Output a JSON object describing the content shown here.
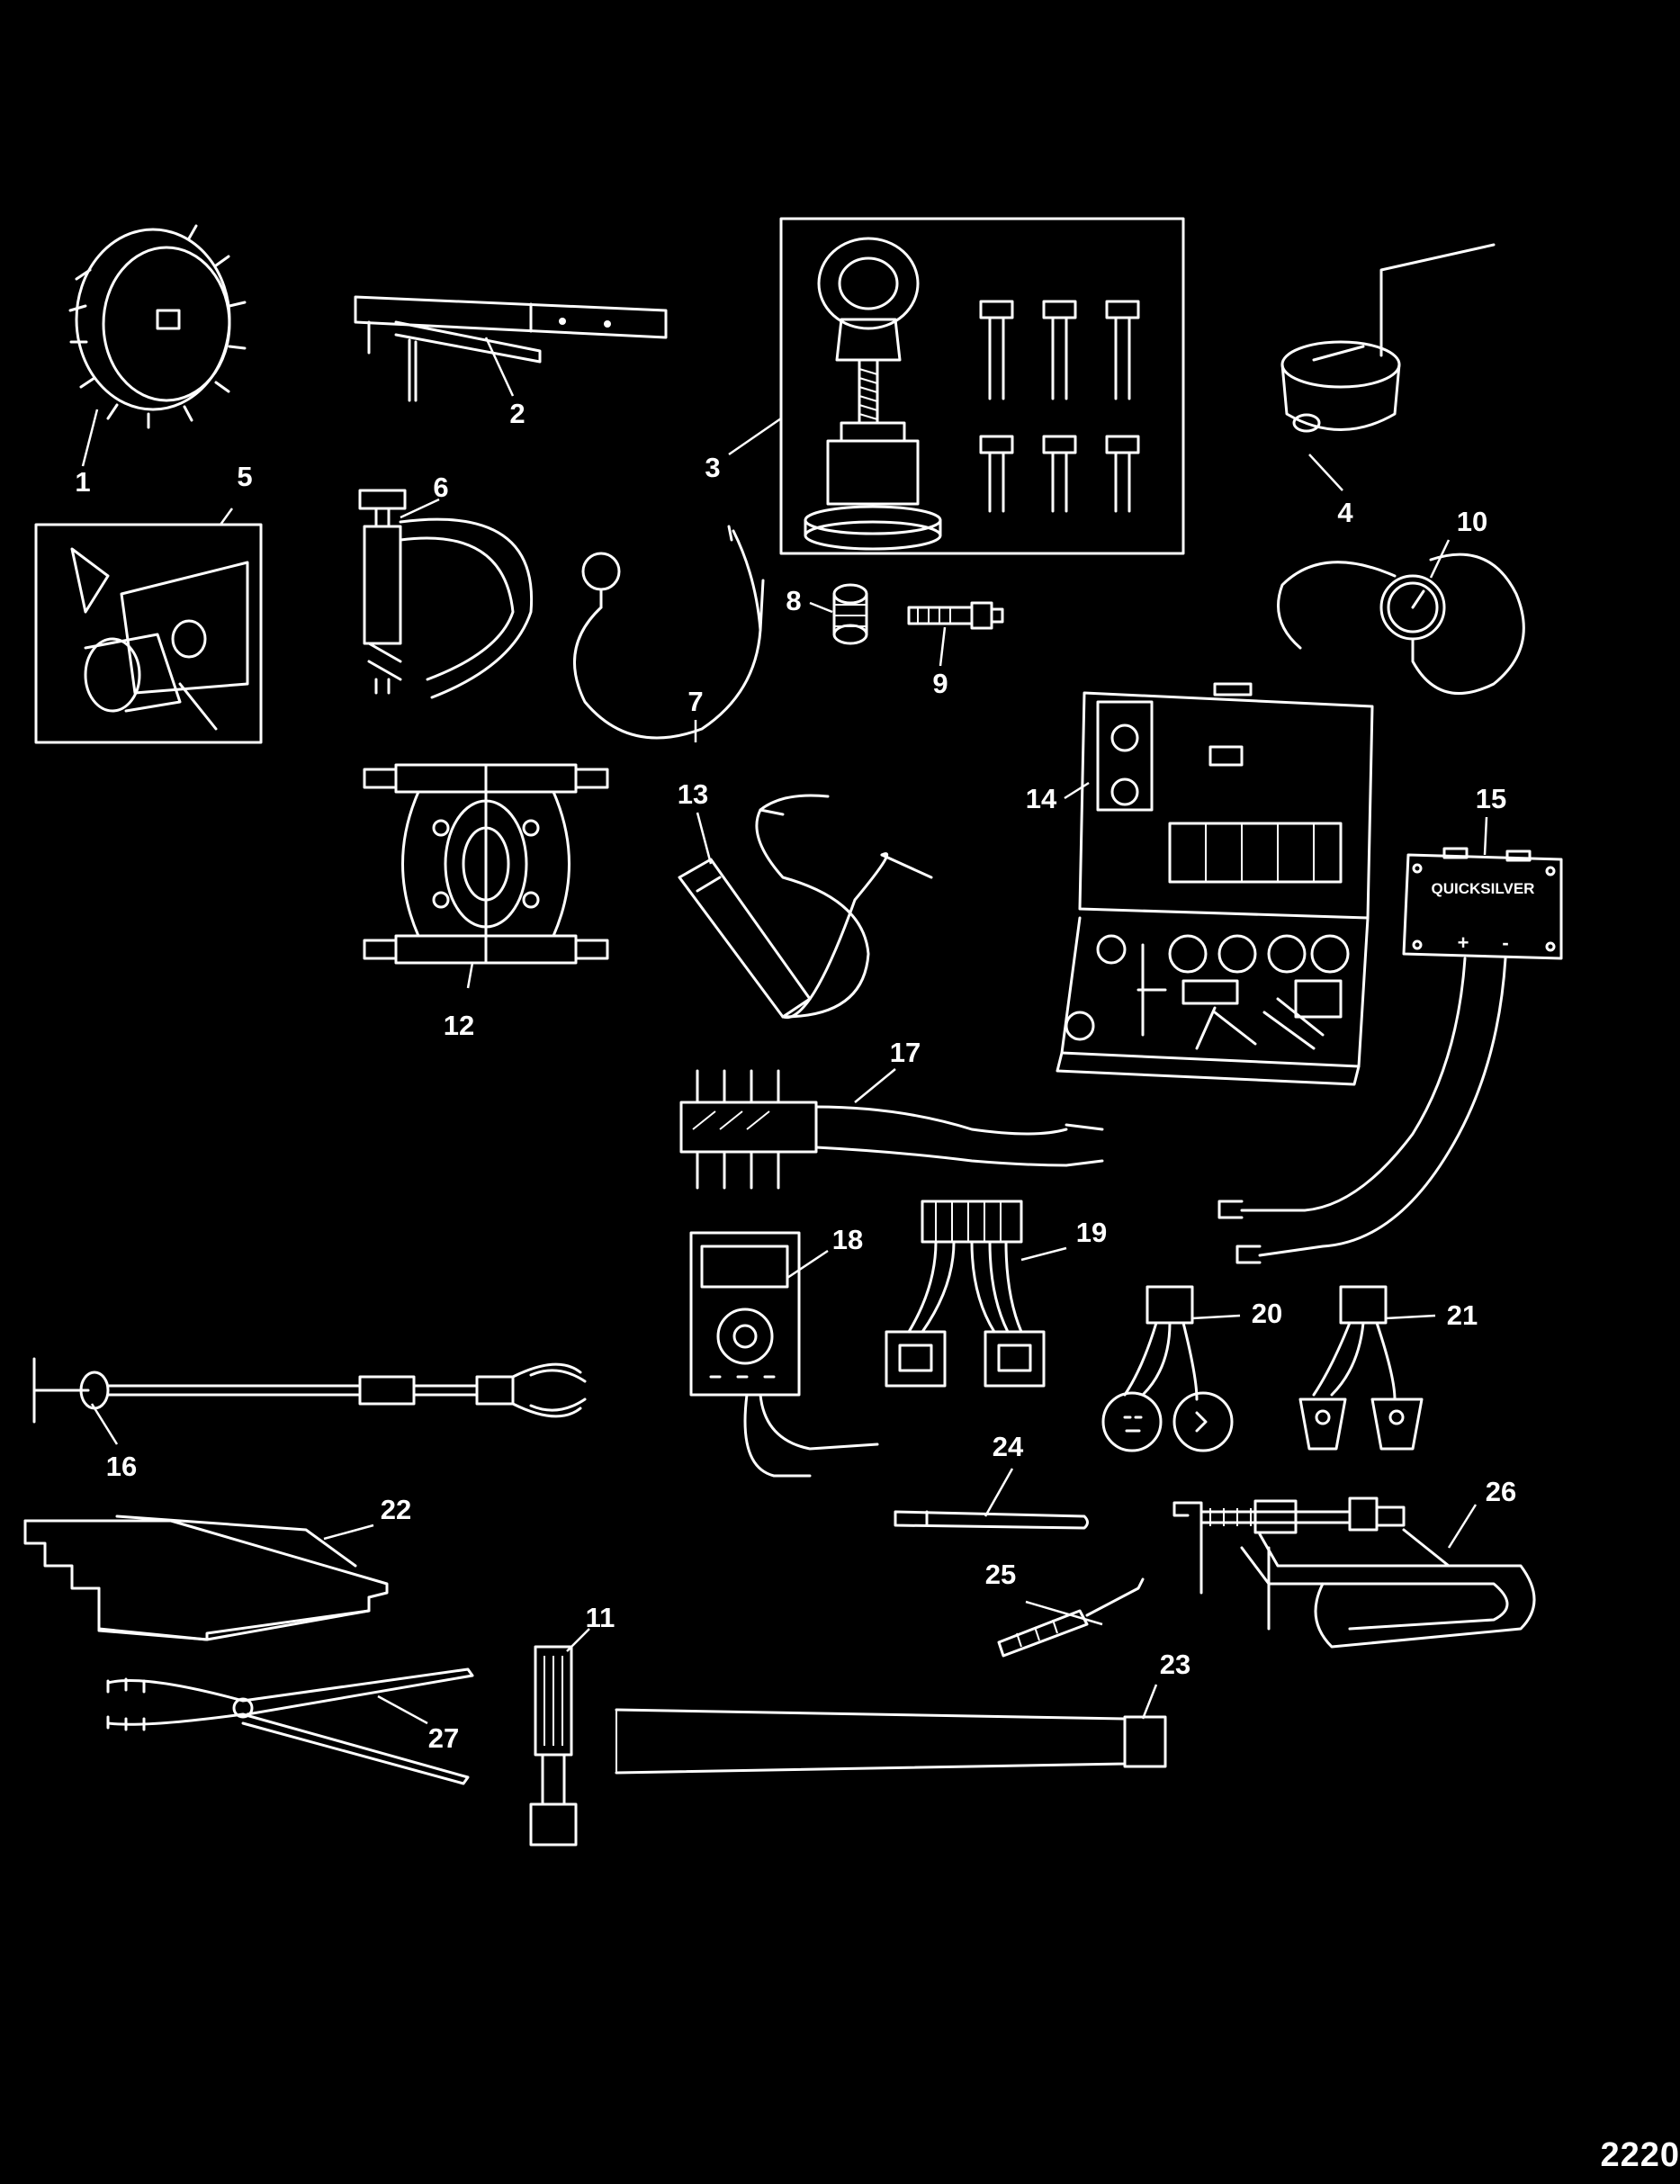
{
  "diagram": {
    "callouts": [
      "1",
      "2",
      "3",
      "4",
      "5",
      "6",
      "7",
      "8",
      "9",
      "10",
      "11",
      "12",
      "13",
      "14",
      "15",
      "16",
      "17",
      "18",
      "19",
      "20",
      "21",
      "22",
      "23",
      "24",
      "25",
      "26",
      "27"
    ],
    "device_label": "QUICKSILVER",
    "terminal_labels": [
      "+",
      "-"
    ],
    "drawing_id": "2220"
  }
}
